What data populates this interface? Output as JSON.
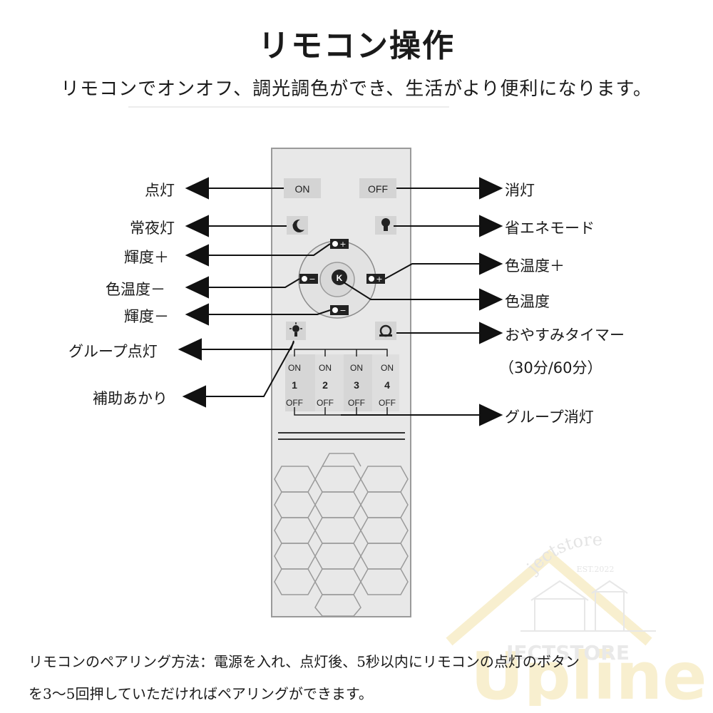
{
  "header": {
    "title": "リモコン操作",
    "subtitle": "リモコンでオンオフ、調光調色ができ、生活がより便利になります。"
  },
  "remote": {
    "on_label": "ON",
    "off_label": "OFF",
    "center_label": "K",
    "groups": [
      "1",
      "2",
      "3",
      "4"
    ],
    "group_on_label": "ON",
    "group_off_label": "OFF"
  },
  "labels_left": {
    "light_on": "点灯",
    "night_light": "常夜灯",
    "brightness_up": "輝度＋",
    "color_temp_down": "色温度－",
    "brightness_down": "輝度－",
    "group_light_on": "グループ点灯",
    "aux_light": "補助あかり"
  },
  "labels_right": {
    "light_off": "消灯",
    "eco_mode": "省エネモード",
    "color_temp_up": "色温度＋",
    "color_temp": "色温度",
    "sleep_timer": "おやすみタイマー",
    "sleep_timer_detail": "（30分/60分）",
    "group_light_off": "グループ消灯"
  },
  "footer": {
    "line1": "リモコンのペアリング方法：電源を入れ、点灯後、5秒以内にリモコンの点灯のボタン",
    "line2": "を3～5回押していただければペアリングができます。"
  },
  "watermark": {
    "brand_arc": "jectstore",
    "est": "EST.2022",
    "logo_text": "Upline",
    "overlay_text": "JECTSTORE"
  },
  "colors": {
    "remote_body": "#e8e8e8",
    "remote_border": "#9a9a9a",
    "button_face": "#d4d4d4",
    "arrow": "#111111",
    "watermark": "#f3e2a8"
  }
}
